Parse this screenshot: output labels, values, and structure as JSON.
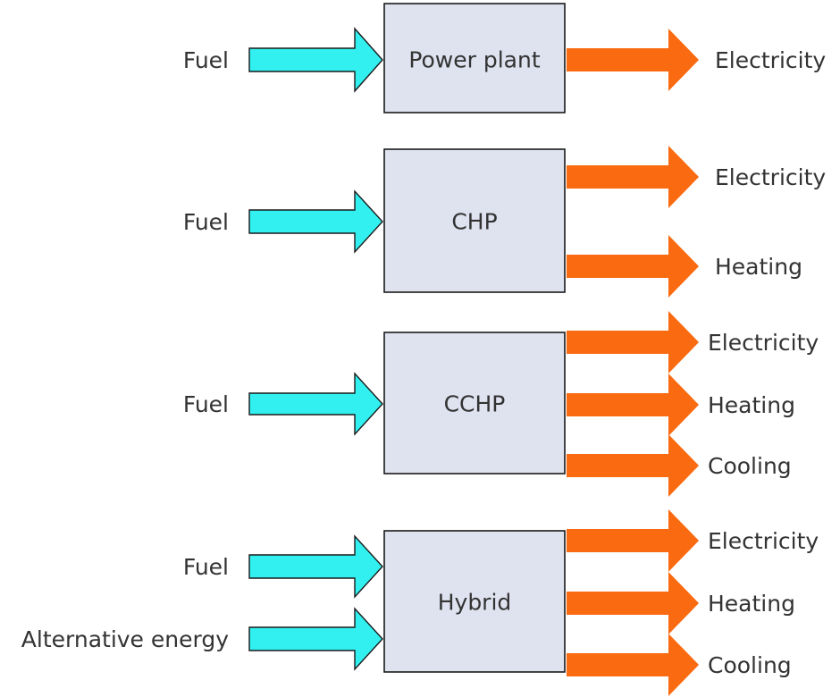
{
  "colors": {
    "box_fill": "#dfe3f0",
    "input_arrow": "#33f0f0",
    "output_arrow": "#fa6a10",
    "text": "#333333"
  },
  "systems": [
    {
      "name": "Power plant",
      "inputs": [
        "Fuel"
      ],
      "outputs": [
        "Electricity"
      ]
    },
    {
      "name": "CHP",
      "inputs": [
        "Fuel"
      ],
      "outputs": [
        "Electricity",
        "Heating"
      ]
    },
    {
      "name": "CCHP",
      "inputs": [
        "Fuel"
      ],
      "outputs": [
        "Electricity",
        "Heating",
        "Cooling"
      ]
    },
    {
      "name": "Hybrid",
      "inputs": [
        "Fuel",
        "Alternative energy"
      ],
      "outputs": [
        "Electricity",
        "Heating",
        "Cooling"
      ]
    }
  ]
}
